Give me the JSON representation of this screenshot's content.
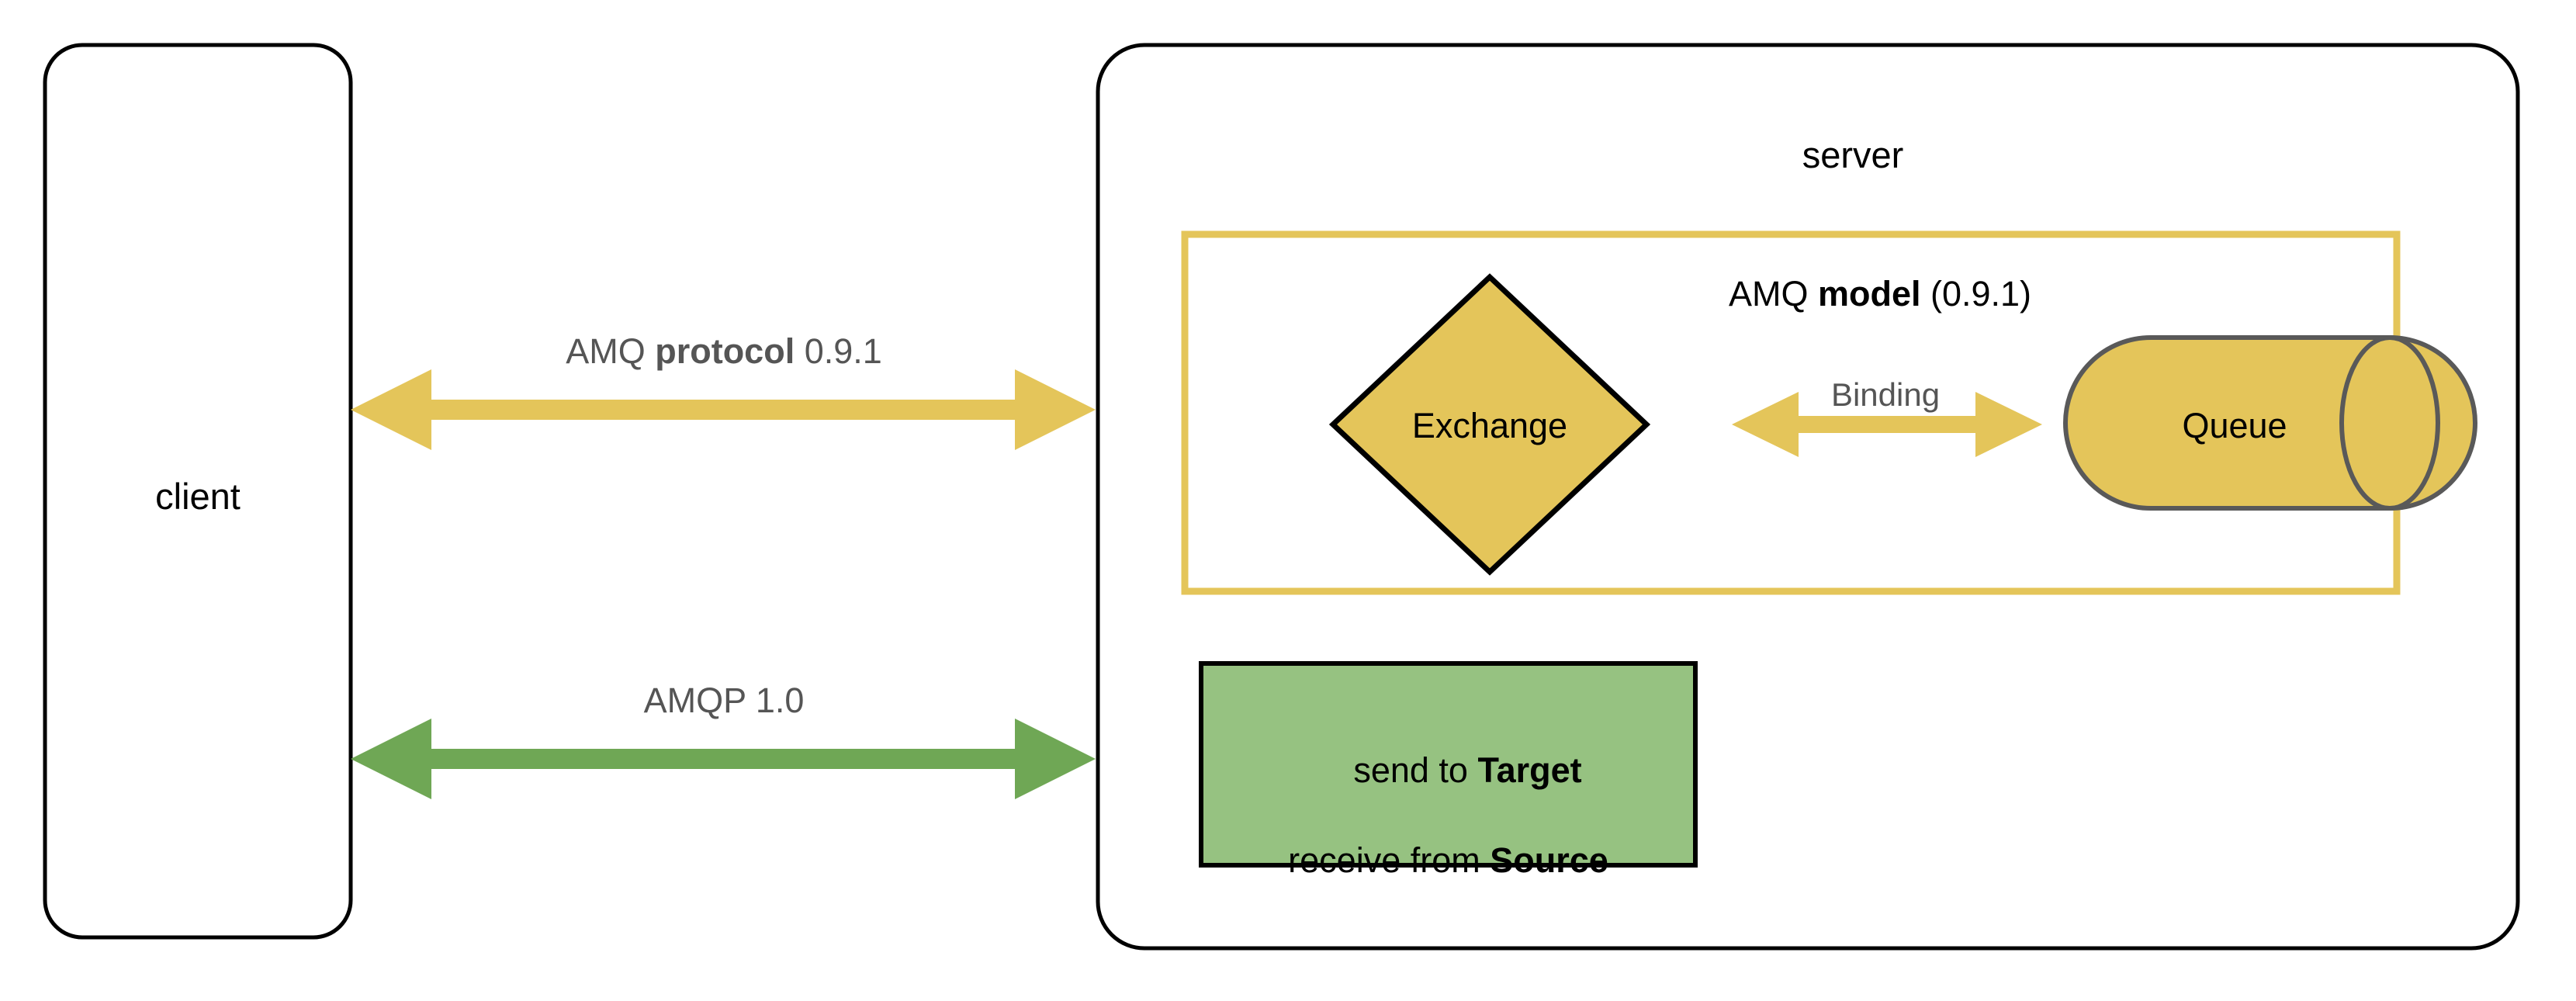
{
  "diagram": {
    "title": "AMQ protocol 0.9.1 and AMQP 1.0 client-server model",
    "colors": {
      "gold_fill": "#E4C55A",
      "gold_stroke": "#E4C55A",
      "green_fill": "#96C281",
      "green_arrow": "#6FA755",
      "black": "#000000",
      "gray_text": "#555555",
      "gray_stroke": "#595959",
      "background": "#FFFFFF"
    }
  },
  "client": {
    "label": "client",
    "shape": "rounded-rectangle"
  },
  "server": {
    "label": "server",
    "shape": "rounded-rectangle"
  },
  "amq_model_box": {
    "label_prefix": "AMQ ",
    "label_bold": "model",
    "label_suffix": " (0.9.1)"
  },
  "exchange": {
    "label": "Exchange",
    "shape": "diamond"
  },
  "queue": {
    "label": "Queue",
    "shape": "cylinder"
  },
  "binding": {
    "label": "Binding",
    "arrow": "double-headed"
  },
  "amq_protocol_link": {
    "label_prefix": "AMQ ",
    "label_bold": "protocol",
    "label_suffix": " 0.9.1",
    "arrow": "double-headed"
  },
  "amqp10_link": {
    "label": "AMQP 1.0",
    "arrow": "double-headed"
  },
  "amqp_terms_box": {
    "line1_prefix": "send to ",
    "line1_bold": "Target",
    "line2_prefix": "receive from ",
    "line2_bold": "Source"
  }
}
